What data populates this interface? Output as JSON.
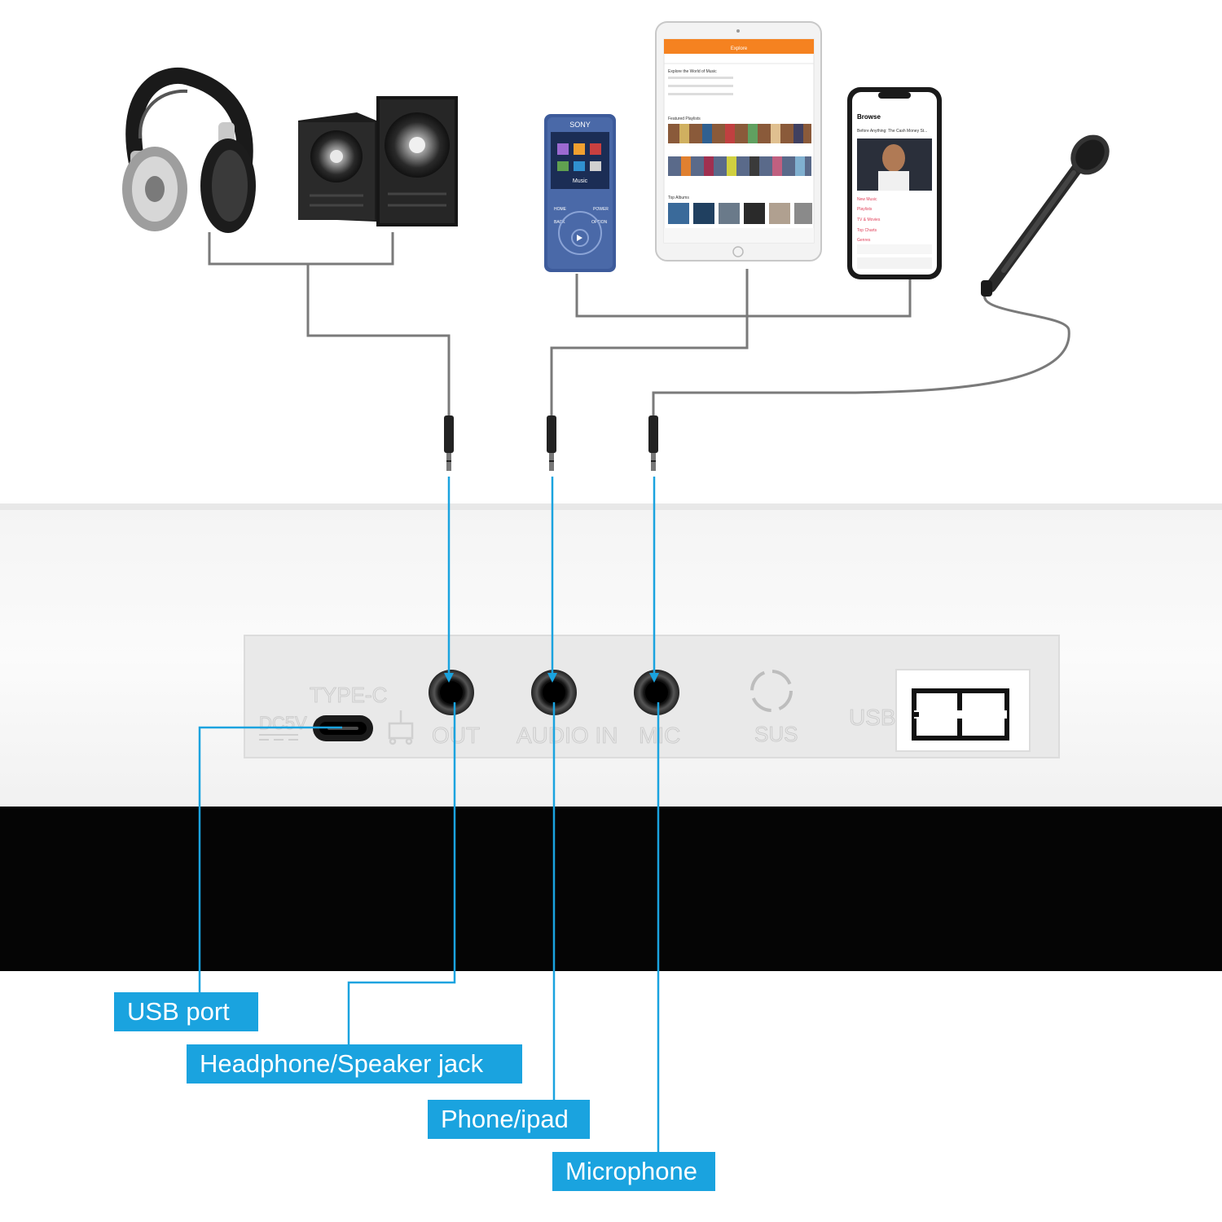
{
  "panel": {
    "type_c_label": "TYPE-C",
    "dc_label": "DC5V",
    "out_label": "OUT",
    "audio_in_label": "AUDIO IN",
    "mic_label": "MIC",
    "sus_label": "SUS",
    "usb_label": "USB"
  },
  "devices": {
    "mp3_brand": "SONY",
    "mp3_screen_label": "Music",
    "mp3_home": "HOME",
    "mp3_power": "POWER",
    "mp3_back": "BACK",
    "mp3_option": "OPTION",
    "tablet_header": "Explore",
    "tablet_heading": "Explore the World of Music",
    "tablet_section1": "Featured Playlists",
    "tablet_section2": "Top Albums",
    "phone_title": "Browse",
    "phone_subtitle": "Before Anything: The Cash Money St...",
    "phone_menu": [
      "New Music",
      "Playlists",
      "TV & Movies",
      "Top Charts",
      "Genres"
    ]
  },
  "callouts": {
    "usb_port": "USB port",
    "headphone_jack": "Headphone/Speaker jack",
    "phone_ipad": "Phone/ipad",
    "microphone": "Microphone"
  },
  "colors": {
    "accent": "#1aa3df",
    "connector_line": "#7a7a7a",
    "keyboard_black": "#050505",
    "tablet_header": "#f58220",
    "mp3_blue": "#3d5b9b"
  }
}
